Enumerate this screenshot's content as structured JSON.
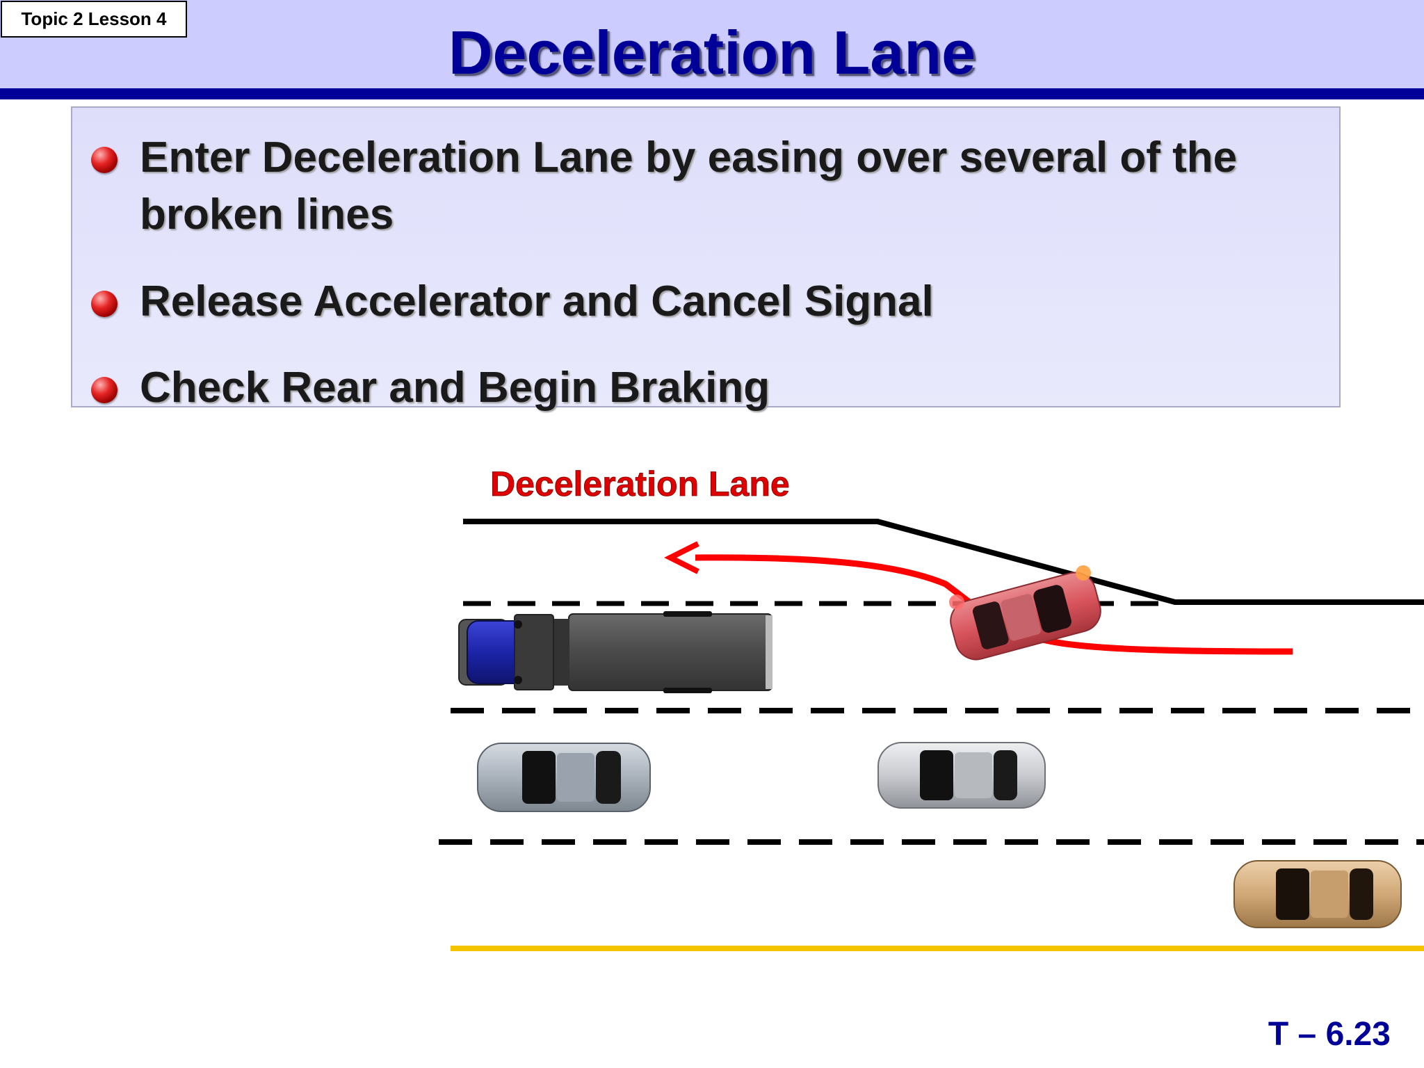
{
  "header": {
    "lesson_tag": "Topic 2 Lesson 4",
    "title": "Deceleration Lane"
  },
  "bullets": [
    {
      "text": "Enter Deceleration Lane by easing over several of the broken lines"
    },
    {
      "text": "Release Accelerator and Cancel Signal"
    },
    {
      "text": "Check Rear and Begin Braking"
    }
  ],
  "diagram": {
    "label": "Deceleration Lane",
    "colors": {
      "label": "#e00000",
      "path_arrow": "#ff0000",
      "lane_lines": "#000000",
      "road_edge_yellow": "#f5c400",
      "red_car": "#d9545c",
      "truck_cab": "#1c24a8",
      "truck_trailer": "#4a4a4a",
      "silver_car": "#a9b1bb",
      "white_car": "#c9cbd0",
      "tan_car": "#d1a877"
    },
    "icons": [
      "truck-icon",
      "red-car-icon",
      "silver-car-icon",
      "white-car-icon",
      "tan-car-icon",
      "turn-signal-icon",
      "arrow-head-icon"
    ]
  },
  "footer": {
    "slide_number": "T – 6.23"
  }
}
